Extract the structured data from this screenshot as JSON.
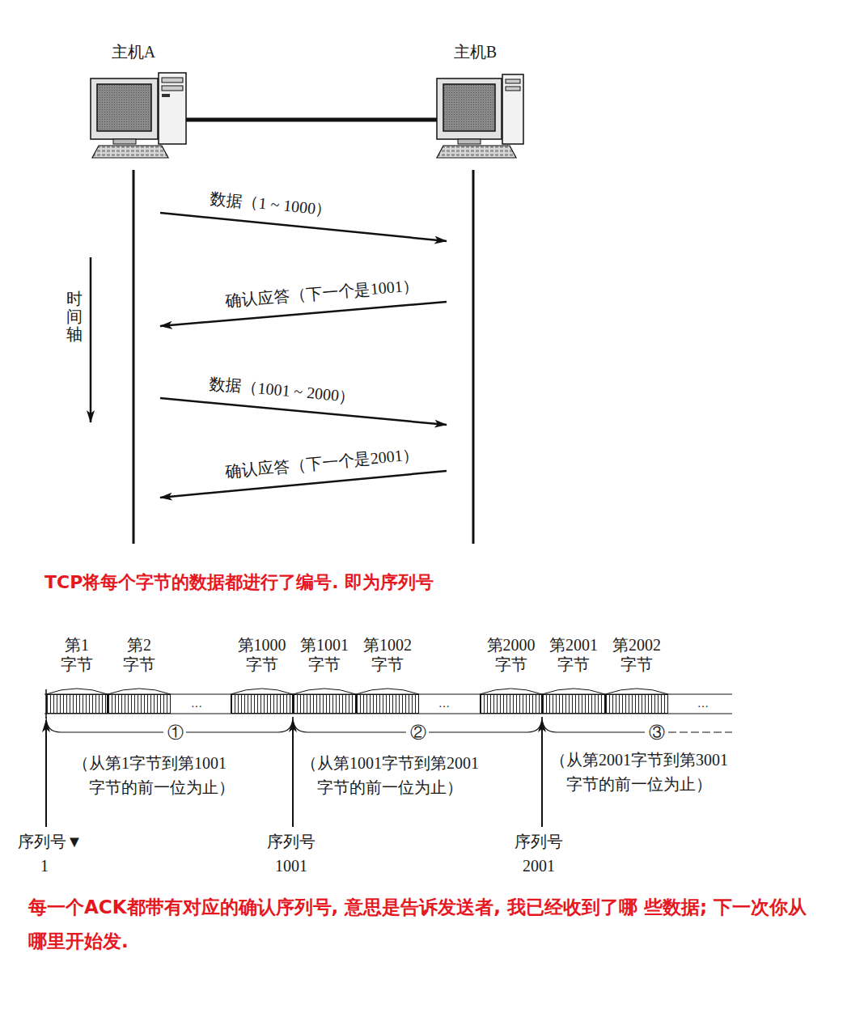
{
  "diagram": {
    "nodes": [
      {
        "text": [
          "主机A"
        ]
      },
      {
        "text": [
          "主机B"
        ]
      },
      {
        "text": [
          "第1 字节"
        ]
      },
      {
        "text": [
          "第2 字节"
        ]
      },
      {
        "text": [
          "第1000 字节"
        ]
      },
      {
        "text": [
          "第1001 字节"
        ]
      },
      {
        "text": [
          "第1002 字节"
        ]
      },
      {
        "text": [
          "第2000 字节"
        ]
      },
      {
        "text": [
          "第2001 字节"
        ]
      },
      {
        "text": [
          "第2002 字节"
        ]
      }
    ],
    "edges": [
      {
        "from": 0,
        "to": 1,
        "arrow": "to",
        "label": "数据（1 ~ 1000）"
      },
      {
        "from": 1,
        "to": 0,
        "arrow": "to",
        "label": "确认应答（下一个是1001）"
      },
      {
        "from": 0,
        "to": 1,
        "arrow": "to",
        "label": "数据（1001 ~ 2000）"
      },
      {
        "from": 1,
        "to": 0,
        "arrow": "to",
        "label": "确认应答（下一个是2001）"
      }
    ],
    "labels": [
      "时间轴",
      "TCP将每个字节的数据都进行了编号. 即为序列号",
      "…",
      "…",
      "…",
      "①",
      "②",
      "③",
      "（从第1字节到第1001 字节的前一位为止）",
      "（从第1001字节到第2001 字节的前一位为止）",
      "（从第2001字节到第3001 字节的前一位为止）",
      "序列号▼",
      "1",
      "序列号",
      "1001",
      "序列号",
      "2001",
      "每一个ACK都带有对应的确认序列号, 意思是告诉发送者, 我已经收到了哪 些数据; 下一次你从哪里开始发."
    ]
  }
}
